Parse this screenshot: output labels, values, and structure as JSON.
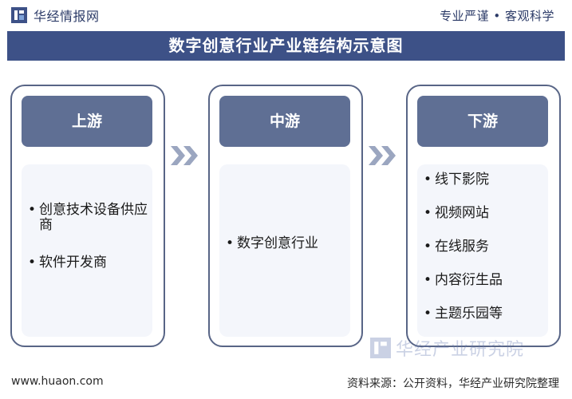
{
  "header": {
    "logo_text": "华经情报网",
    "slogan": "专业严谨 • 客观科学"
  },
  "title": "数字创意行业产业链结构示意图",
  "panels": [
    {
      "header": "上游",
      "items": [
        "创意技术设备供应商",
        "软件开发商"
      ]
    },
    {
      "header": "中游",
      "items": [
        "数字创意行业"
      ]
    },
    {
      "header": "下游",
      "items": [
        "线下影院",
        "视频网站",
        "在线服务",
        "内容衍生品",
        "主题乐园等"
      ]
    }
  ],
  "footer": {
    "url": "www.huaon.com",
    "source": "资料来源：公开资料，华经产业研究院整理"
  },
  "watermark": "华经产业研究院",
  "colors": {
    "title_bar": "#3d5187",
    "panel_header": "#5f6f94",
    "panel_border": "#586586",
    "arrow": "#9ba6c0"
  },
  "icons": [
    "logo-icon",
    "double-chevron-right-icon"
  ]
}
